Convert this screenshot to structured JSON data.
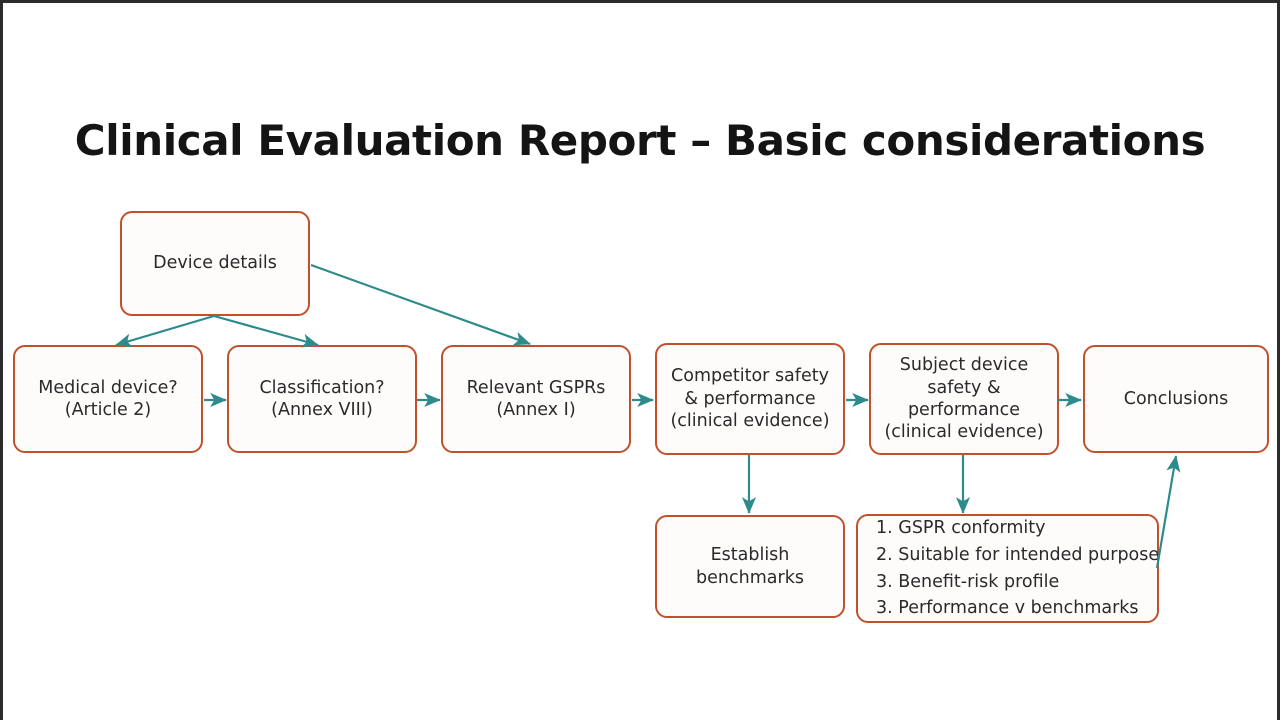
{
  "title": "Clinical Evaluation Report – Basic considerations",
  "theme": {
    "box_border": "#C0512C",
    "box_fill": "#FEFCFB",
    "arrow": "#2E8B8B",
    "text": "#2a2a2a",
    "title_color": "#141414",
    "background": "#FFFFFF",
    "frame": "#2B2B2B"
  },
  "nodes": {
    "device_details": {
      "lines": [
        "Device details"
      ]
    },
    "medical_device": {
      "lines": [
        "Medical device?",
        "(Article 2)"
      ]
    },
    "classification": {
      "lines": [
        "Classification?",
        "(Annex VIII)"
      ]
    },
    "relevant_gsprs": {
      "lines": [
        "Relevant GSPRs",
        "(Annex I)"
      ]
    },
    "competitor_safety": {
      "lines": [
        "Competitor safety",
        "& performance",
        "(clinical evidence)"
      ]
    },
    "subject_device": {
      "lines": [
        "Subject device",
        "safety &",
        "performance",
        "(clinical evidence)"
      ]
    },
    "conclusions": {
      "lines": [
        "Conclusions"
      ]
    },
    "establish_benchmarks": {
      "lines": [
        "Establish",
        "benchmarks"
      ]
    },
    "assessment_list": {
      "lines": [
        "1. GSPR conformity",
        "2. Suitable for intended purpose",
        "3. Benefit-risk profile",
        "3. Performance v benchmarks"
      ]
    }
  },
  "connections": [
    {
      "from": "device_details",
      "to": "medical_device"
    },
    {
      "from": "device_details",
      "to": "classification"
    },
    {
      "from": "device_details",
      "to": "relevant_gsprs"
    },
    {
      "from": "medical_device",
      "to": "classification"
    },
    {
      "from": "classification",
      "to": "relevant_gsprs"
    },
    {
      "from": "relevant_gsprs",
      "to": "competitor_safety"
    },
    {
      "from": "competitor_safety",
      "to": "subject_device"
    },
    {
      "from": "subject_device",
      "to": "conclusions"
    },
    {
      "from": "competitor_safety",
      "to": "establish_benchmarks"
    },
    {
      "from": "subject_device",
      "to": "assessment_list"
    },
    {
      "from": "assessment_list",
      "to": "conclusions"
    }
  ]
}
